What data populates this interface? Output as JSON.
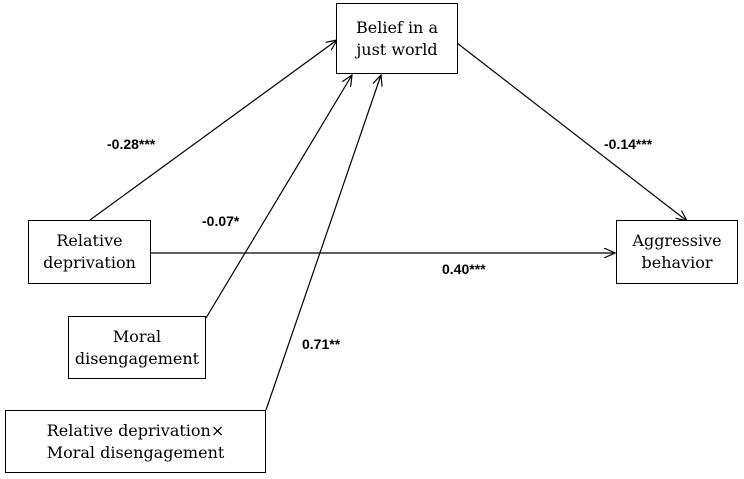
{
  "boxes": {
    "belief": {
      "lines": [
        "Belief in a",
        "just world"
      ]
    },
    "relative_deprivation": {
      "lines": [
        "Relative",
        "deprivation"
      ]
    },
    "aggressive_behavior": {
      "lines": [
        "Aggressive",
        "behavior"
      ]
    },
    "moral_disengagement": {
      "lines": [
        "Moral",
        "disengagement"
      ]
    },
    "interaction": {
      "lines": [
        "Relative deprivation×",
        "Moral disengagement"
      ]
    }
  },
  "coefficients": {
    "rd_to_belief": "-0.28***",
    "md_to_belief": "-0.07*",
    "belief_to_ab": "-0.14***",
    "rd_to_ab": "0.40***",
    "interaction_to_belief": "0.71**"
  },
  "colors": {
    "line": "#000000",
    "box_border": "#000000",
    "background": "#ffffff"
  }
}
